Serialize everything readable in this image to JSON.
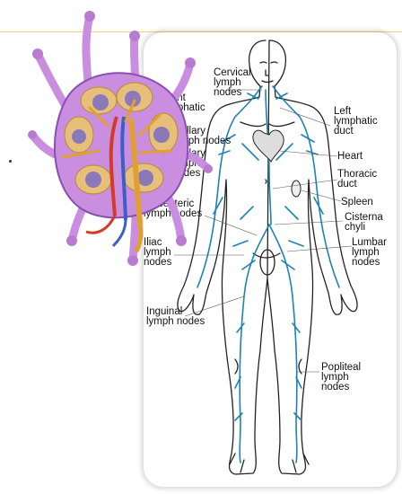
{
  "labels": {
    "cervical": "Cervical\nlymph\nnodes",
    "right_duct": "Right\nlymphatic\nduct",
    "axillary_top": "Axillary\nlymph nodes",
    "axillary": "Axillary\nlymph\nnodes",
    "mesenteric": "Mesenteric\nlymph nodes",
    "iliac": "Iliac\nlymph\nnodes",
    "inguinal": "Inguinal\nlymph nodes",
    "left_duct": "Left\nlymphatic\nduct",
    "heart": "Heart",
    "thoracic": "Thoracic\nduct",
    "spleen": "Spleen",
    "cisterna": "Cisterna\nchyli",
    "lumbar": "Lumbar\nlymph\nnodes",
    "popliteal": "Popliteal\nlymph\nnodes"
  },
  "colors": {
    "lymph_vessels": "#1e82b4",
    "node_capsule": "#c98ee0",
    "node_afferent": "#e0a030",
    "artery": "#d23a2a",
    "vein": "#3a5fc9"
  }
}
